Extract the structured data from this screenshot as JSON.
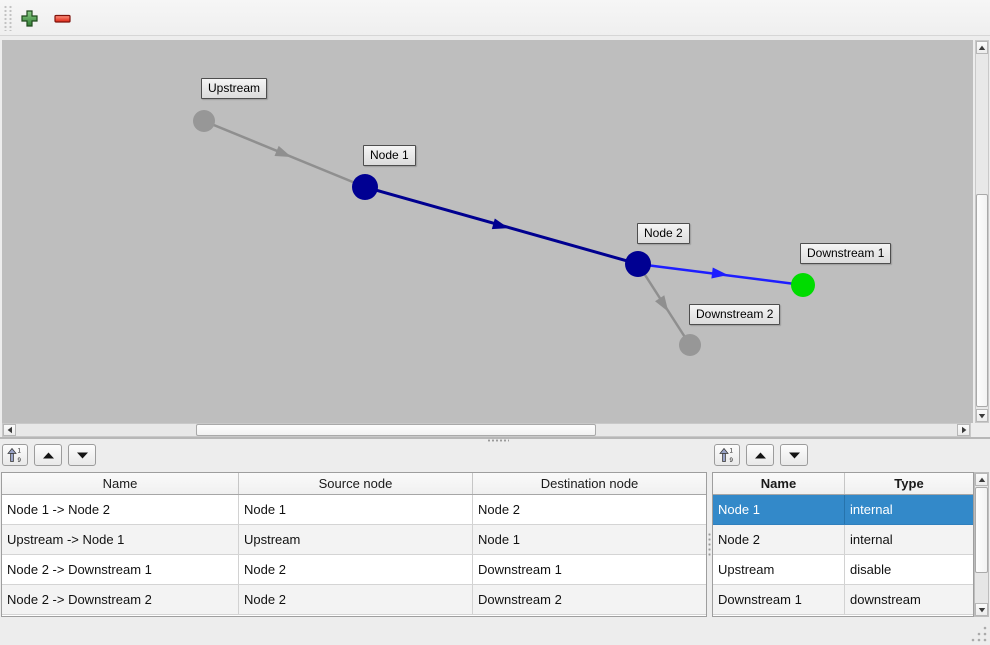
{
  "toolbar": {
    "icons": [
      {
        "name": "add-icon",
        "shape": "green-plus",
        "color": "#2f7d33"
      },
      {
        "name": "remove-icon",
        "shape": "red-minus",
        "color": "#dd2211"
      }
    ]
  },
  "graph": {
    "background_color": "#bebebe",
    "nodes": [
      {
        "label": "Upstream",
        "color": "#979797"
      },
      {
        "label": "Node 1",
        "color": "#000092"
      },
      {
        "label": "Node 2",
        "color": "#000092"
      },
      {
        "label": "Downstream 1",
        "color": "#00dc00"
      },
      {
        "label": "Downstream 2",
        "color": "#979797"
      }
    ],
    "edges": [
      {
        "from": "Upstream",
        "to": "Node 1",
        "color": "#8f8f8f"
      },
      {
        "from": "Node 1",
        "to": "Node 2",
        "color": "#000090"
      },
      {
        "from": "Node 2",
        "to": "Downstream 1",
        "color": "#1e1eff"
      },
      {
        "from": "Node 2",
        "to": "Downstream 2",
        "color": "#8f8f8f"
      }
    ]
  },
  "edges_panel": {
    "columns": [
      "Name",
      "Source node",
      "Destination node"
    ],
    "rows": [
      {
        "name": "Node 1 -> Node 2",
        "source": "Node 1",
        "destination": "Node 2"
      },
      {
        "name": "Upstream -> Node 1",
        "source": "Upstream",
        "destination": "Node 1"
      },
      {
        "name": "Node 2 -> Downstream 1",
        "source": "Node 2",
        "destination": "Downstream 1"
      },
      {
        "name": "Node 2 -> Downstream 2",
        "source": "Node 2",
        "destination": "Downstream 2"
      }
    ]
  },
  "nodes_panel": {
    "columns": [
      "Name",
      "Type"
    ],
    "rows": [
      {
        "name": "Node 1",
        "type": "internal",
        "selected": true
      },
      {
        "name": "Node 2",
        "type": "internal",
        "selected": false
      },
      {
        "name": "Upstream",
        "type": "disable",
        "selected": false
      },
      {
        "name": "Downstream 1",
        "type": "downstream",
        "selected": false
      }
    ],
    "selection_color": "#3389c9"
  }
}
